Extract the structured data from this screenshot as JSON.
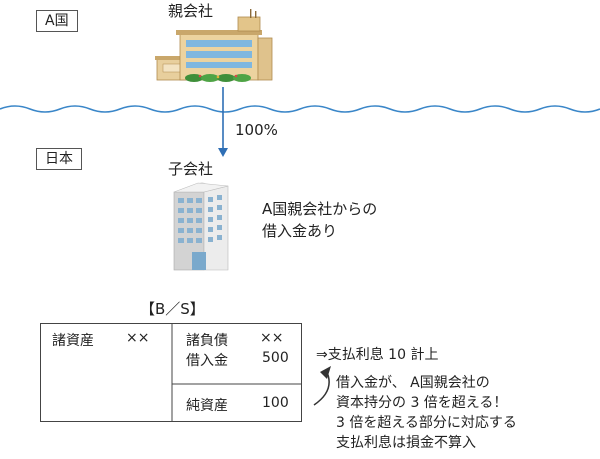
{
  "country_a": "A国",
  "country_japan": "日本",
  "parent_label": "親会社",
  "subsidiary_label": "子会社",
  "ownership_pct": "100%",
  "loan_note": [
    "A国親会社からの",
    "借入金あり"
  ],
  "bs": {
    "title": "【B／S】",
    "assets_label": "諸資産",
    "assets_value": "××",
    "liabilities_label": "諸負債",
    "liabilities_value": "××",
    "loan_label": "借入金",
    "loan_value": "500",
    "equity_label": "純資産",
    "equity_value": "100"
  },
  "interest_note": "⇒支払利息 10 計上",
  "explanation": [
    "借入金が、 A国親会社の",
    "資本持分の 3 倍を超える！",
    "3 倍を超える部分に対応する",
    "支払利息は損金不算入"
  ]
}
